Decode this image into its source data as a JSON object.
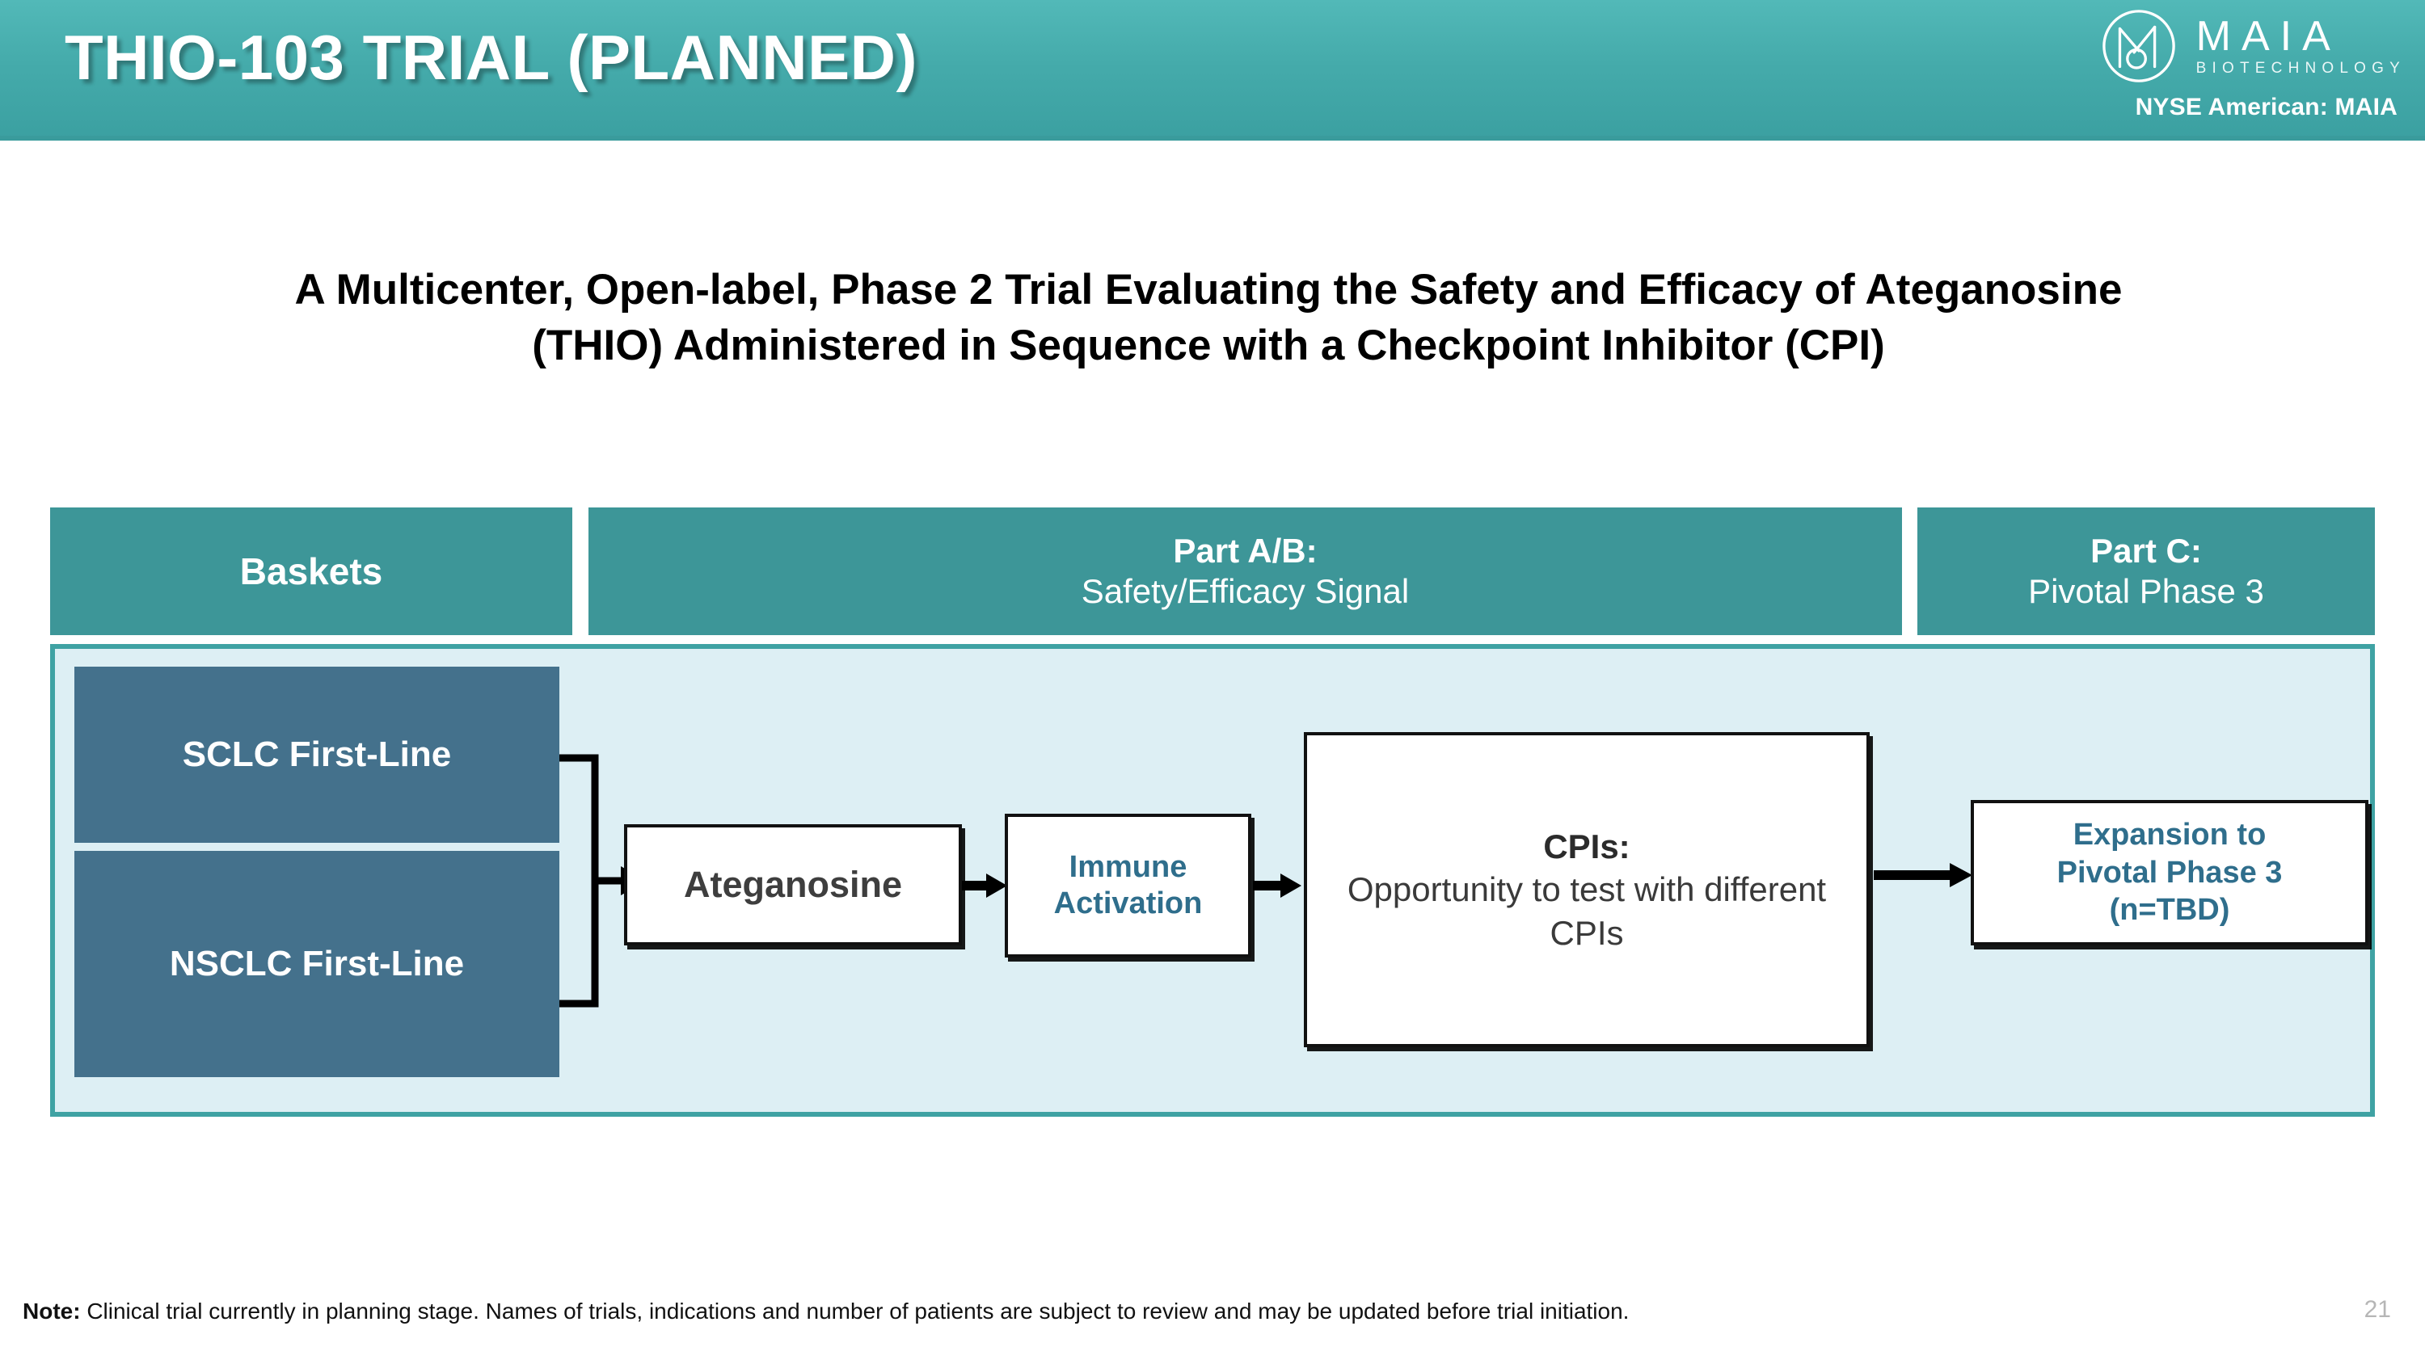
{
  "header": {
    "title": "THIO-103 TRIAL (PLANNED)",
    "logo": {
      "mark_icon": "maia-monogram-icon",
      "brand": "MAIA",
      "brand_sub": "BIOTECHNOLOGY",
      "ticker": "NYSE American: MAIA"
    },
    "band_color_top": "#52b9b8",
    "band_color_bottom": "#3ba0a1"
  },
  "subtitle": "A Multicenter, Open-label, Phase 2 Trial Evaluating the Safety and Efficacy of Ateganosine (THIO) Administered in Sequence with a Checkpoint Inhibitor (CPI)",
  "columns": [
    {
      "id": "baskets",
      "label": "Baskets",
      "bold_prefix": "",
      "rest": ""
    },
    {
      "id": "part_ab",
      "bold_prefix": "Part A/B:",
      "rest": "Safety/Efficacy Signal"
    },
    {
      "id": "part_c",
      "bold_prefix": "Part C:",
      "rest": " Pivotal Phase 3"
    }
  ],
  "column_bar_color": "#3d9698",
  "panel": {
    "fill_color": "#ddeff4",
    "border_color": "#3fa2a3",
    "baskets": [
      {
        "id": "sclc",
        "label": "SCLC First-Line",
        "color": "#44718c"
      },
      {
        "id": "nsclc",
        "label": "NSCLC First-Line",
        "color": "#44718c"
      }
    ],
    "flow": [
      {
        "id": "ateganosine",
        "title": "Ateganosine",
        "body": "",
        "text_color": "#3e3e3e"
      },
      {
        "id": "immune_activation",
        "title": "Immune",
        "body": "Activation",
        "text_color": "#2f6e8c"
      },
      {
        "id": "cpis",
        "title": "CPIs:",
        "body": "Opportunity to test with different CPIs",
        "text_color": "#3a3a3a"
      },
      {
        "id": "expansion",
        "title": "Expansion to",
        "body": "Pivotal Phase 3",
        "body2": "(n=TBD)",
        "text_color": "#2f6e8c"
      }
    ],
    "connector_icon": "arrow-right-icon",
    "bracket_icon": "merge-bracket-icon"
  },
  "footer": {
    "note_label": "Note:",
    "note_text": " Clinical trial currently in planning stage. Names of trials, indications and number of patients are subject to review and may be updated before trial initiation.",
    "page_number": "21"
  }
}
